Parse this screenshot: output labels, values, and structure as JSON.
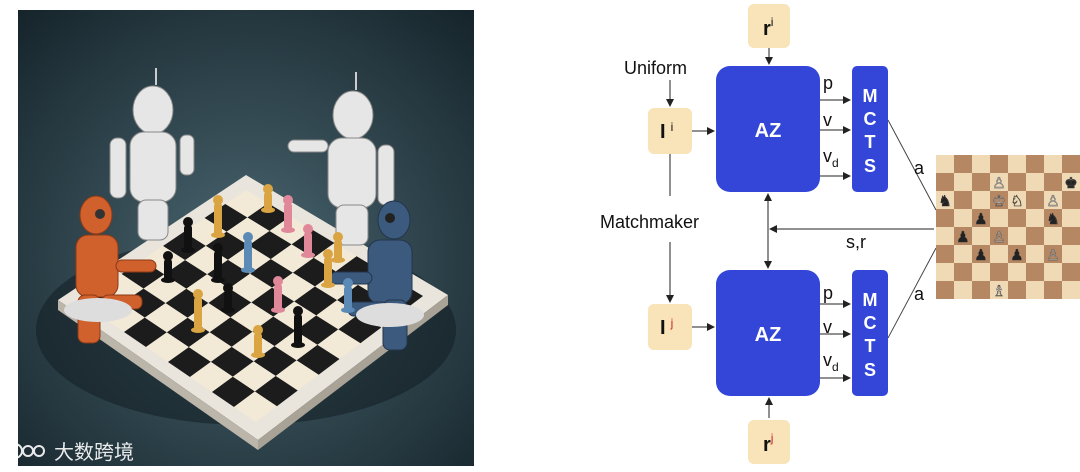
{
  "watermark": {
    "text": "大数跨境"
  },
  "diagram": {
    "reward_top": {
      "base": "r",
      "sup": "i"
    },
    "reward_bottom": {
      "base": "r",
      "sup": "j"
    },
    "uniform_label": "Uniform",
    "matchmaker_label": "Matchmaker",
    "info_top": {
      "base": "I",
      "sup": "i"
    },
    "info_bottom": {
      "base": "I",
      "sup": "j"
    },
    "az_top": "AZ",
    "az_bottom": "AZ",
    "mcts_letters": [
      "M",
      "C",
      "T",
      "S"
    ],
    "output_p": "p",
    "output_v": "v",
    "output_vd": {
      "base": "v",
      "sub": "d"
    },
    "action_label": "a",
    "state_reward_label": "s,r",
    "colors": {
      "az_blue": "#3346d8",
      "tan": "#f8e4b8",
      "red_sup": "#d0202a",
      "board_light": "#f0d9b5",
      "board_dark": "#b58863"
    }
  }
}
